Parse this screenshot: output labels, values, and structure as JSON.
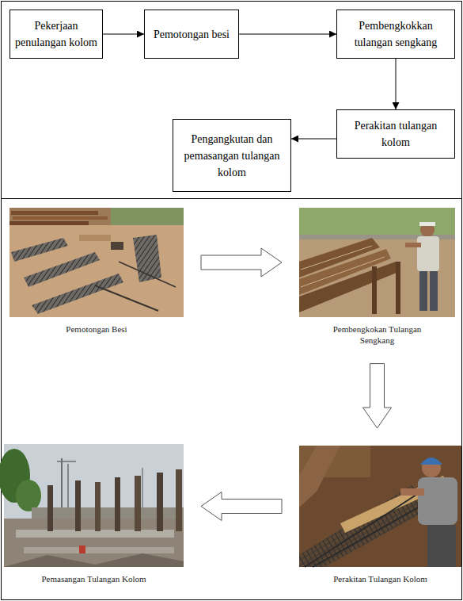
{
  "diagram": {
    "nodes": [
      {
        "text": [
          "Pekerjaan penulangan kolom"
        ]
      },
      {
        "text": [
          "Pemotongan besi"
        ]
      },
      {
        "text": [
          "Pembengkokkan tulangan sengkang"
        ]
      },
      {
        "text": [
          "Pengangkutan dan pemasangan tulangan kolom"
        ]
      },
      {
        "text": [
          "Perakitan tulangan kolom"
        ]
      },
      {
        "text": [
          "Pemotongan Besi"
        ]
      },
      {
        "text": [
          "Pembengkokan Tulangan Sengkang"
        ]
      },
      {
        "text": [
          "Pemasangan Tulangan Kolom"
        ]
      },
      {
        "text": [
          "Perakitan Tulangan Kolom"
        ]
      }
    ],
    "edges": [
      {
        "from": 0,
        "to": 1,
        "arrow": "to"
      },
      {
        "from": 1,
        "to": 2,
        "arrow": "to"
      },
      {
        "from": 2,
        "to": 4,
        "arrow": "to"
      },
      {
        "from": 4,
        "to": 3,
        "arrow": "to"
      },
      {
        "from": 5,
        "to": 6,
        "arrow": "to"
      },
      {
        "from": 6,
        "to": 8,
        "arrow": "to"
      },
      {
        "from": 8,
        "to": 7,
        "arrow": "to"
      }
    ]
  }
}
